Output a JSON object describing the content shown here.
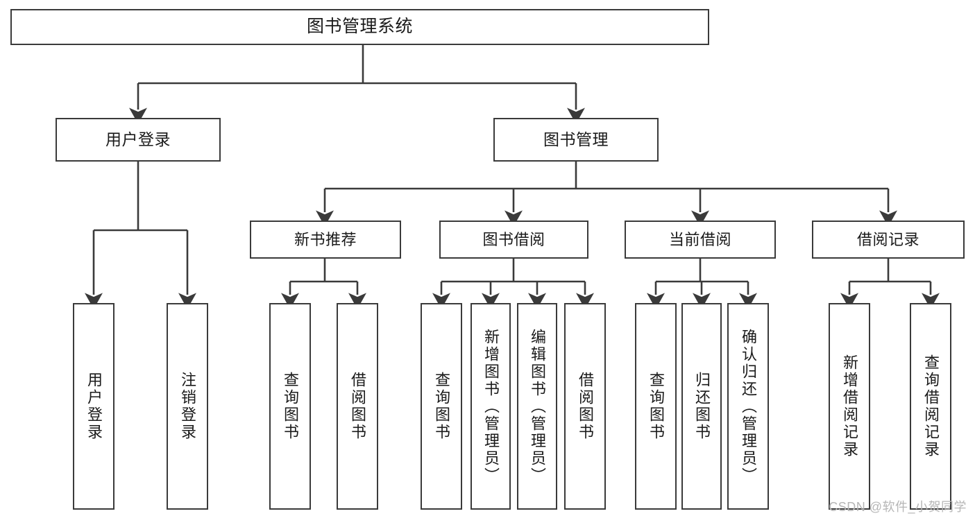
{
  "diagram": {
    "type": "tree-hierarchy",
    "title": "图书管理系统",
    "root": {
      "label": "图书管理系统"
    },
    "level1": [
      {
        "label": "用户登录"
      },
      {
        "label": "图书管理"
      }
    ],
    "level2": [
      {
        "label": "新书推荐",
        "parent": "图书管理"
      },
      {
        "label": "图书借阅",
        "parent": "图书管理"
      },
      {
        "label": "当前借阅",
        "parent": "图书管理"
      },
      {
        "label": "借阅记录",
        "parent": "图书管理"
      }
    ],
    "leaves": {
      "user_login": [
        {
          "label": "用户登录"
        },
        {
          "label": "注销登录"
        }
      ],
      "new_book_recommend": [
        {
          "label": "查询图书"
        },
        {
          "label": "借阅图书"
        }
      ],
      "book_borrow": [
        {
          "label": "查询图书"
        },
        {
          "label": "新增图书（管理员）"
        },
        {
          "label": "编辑图书（管理员）"
        },
        {
          "label": "借阅图书"
        }
      ],
      "current_borrow": [
        {
          "label": "查询图书"
        },
        {
          "label": "归还图书"
        },
        {
          "label": "确认归还（管理员）"
        }
      ],
      "borrow_record": [
        {
          "label": "新增借阅记录"
        },
        {
          "label": "查询借阅记录"
        }
      ]
    },
    "watermark": "CSDN @软件_小贺同学",
    "colors": {
      "stroke": "#3a3a3a",
      "fill": "#ffffff",
      "text": "#1a1a1a",
      "watermark": "#b6b6b6"
    }
  }
}
